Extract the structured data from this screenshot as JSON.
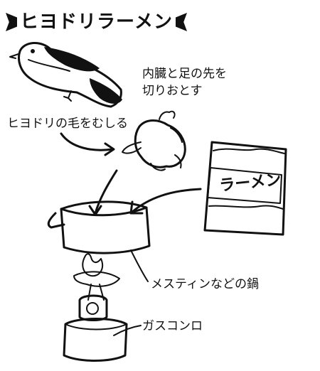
{
  "title": {
    "text": "ヒヨドリラーメン"
  },
  "labels": {
    "organs_line1": "内臓と足の先を",
    "organs_line2": "切りおとす",
    "feathers": "ヒヨドリの毛をむしる",
    "mess_tin": "メスティンなどの鍋",
    "stove": "ガスコンロ"
  },
  "package": {
    "text": "ラーメン"
  },
  "icons": [
    "bird-icon",
    "plucked-bird-icon",
    "ramen-package-icon",
    "mess-tin-icon",
    "flame-icon",
    "gas-stove-icon"
  ]
}
